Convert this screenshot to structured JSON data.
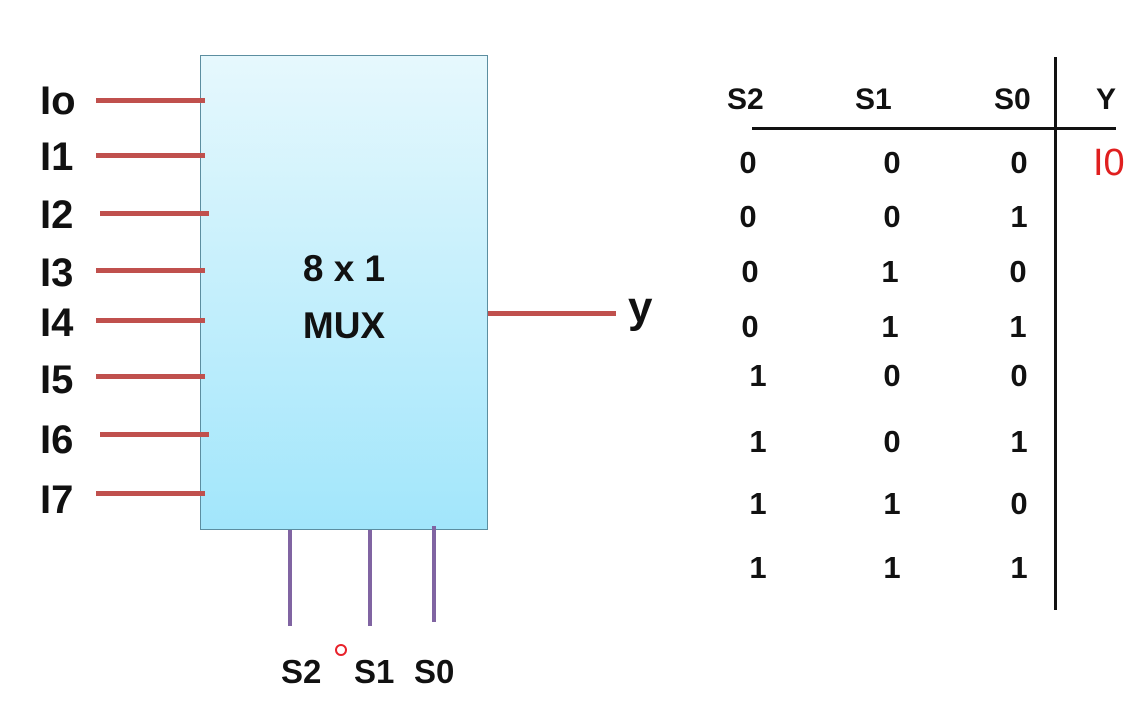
{
  "mux": {
    "title_line1": "8 x 1",
    "title_line2": "MUX",
    "inputs": [
      "Io",
      "I1",
      "I2",
      "I3",
      "I4",
      "I5",
      "I6",
      "I7"
    ],
    "output": "y",
    "selects": [
      "S2",
      "S1",
      "S0"
    ]
  },
  "truth_table": {
    "headers": [
      "S2",
      "S1",
      "S0",
      "Y"
    ],
    "rows": [
      [
        "0",
        "0",
        "0",
        "I0"
      ],
      [
        "0",
        "0",
        "1",
        ""
      ],
      [
        "0",
        "1",
        "0",
        ""
      ],
      [
        "0",
        "1",
        "1",
        ""
      ],
      [
        "1",
        "0",
        "0",
        ""
      ],
      [
        "1",
        "0",
        "1",
        ""
      ],
      [
        "1",
        "1",
        "0",
        ""
      ],
      [
        "1",
        "1",
        "1",
        ""
      ]
    ]
  },
  "colors": {
    "input_wire": "#c0504d",
    "select_wire": "#8064a2",
    "mux_fill_top": "#e6f8fd",
    "mux_fill_bottom": "#a2e6fb",
    "highlight_text": "#e01f1f"
  }
}
